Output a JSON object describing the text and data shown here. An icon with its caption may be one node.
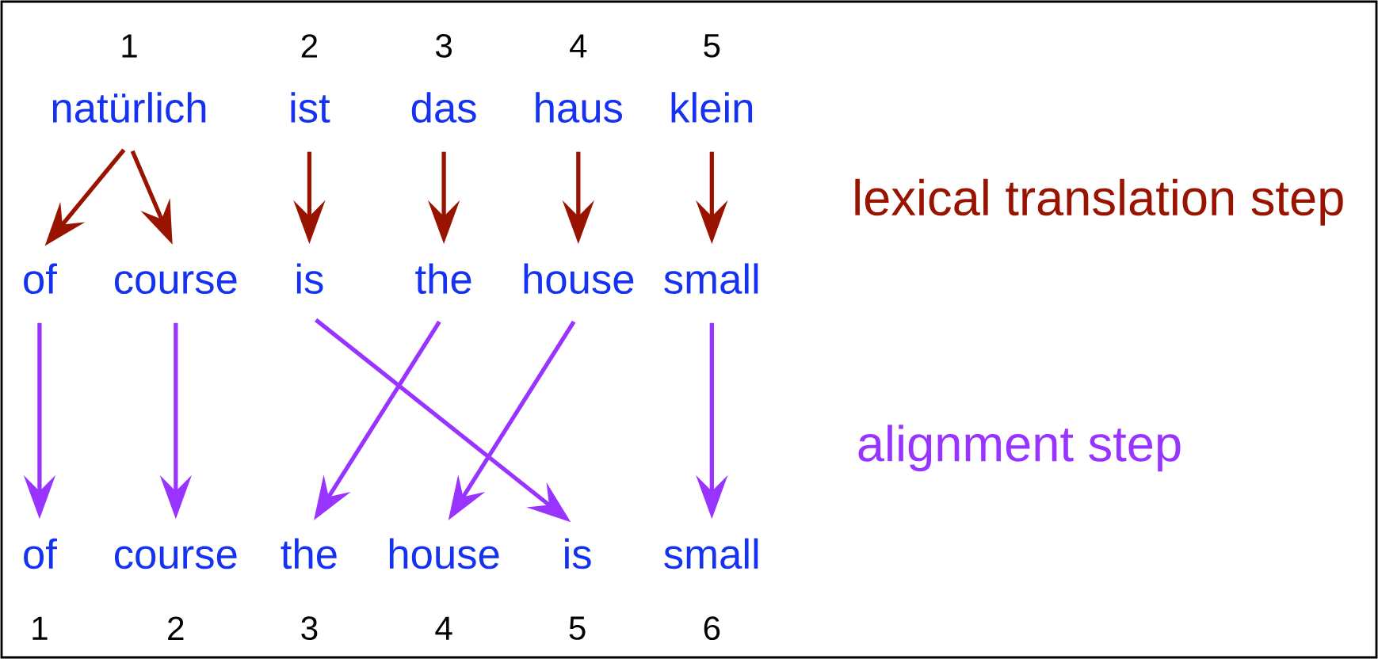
{
  "diagram": {
    "nodes": [
      {
        "text": [
          "natürlich"
        ]
      },
      {
        "text": [
          "ist"
        ]
      },
      {
        "text": [
          "das"
        ]
      },
      {
        "text": [
          "haus"
        ]
      },
      {
        "text": [
          "klein"
        ]
      },
      {
        "text": [
          "of"
        ]
      },
      {
        "text": [
          "course"
        ]
      },
      {
        "text": [
          "is"
        ]
      },
      {
        "text": [
          "the"
        ]
      },
      {
        "text": [
          "house"
        ]
      },
      {
        "text": [
          "small"
        ]
      },
      {
        "text": [
          "of"
        ]
      },
      {
        "text": [
          "course"
        ]
      },
      {
        "text": [
          "the"
        ]
      },
      {
        "text": [
          "house"
        ]
      },
      {
        "text": [
          "is"
        ]
      },
      {
        "text": [
          "small"
        ]
      }
    ],
    "edges": [
      {
        "from": 0,
        "to": 5,
        "arrow": "to",
        "color": "#991400"
      },
      {
        "from": 0,
        "to": 6,
        "arrow": "to",
        "color": "#991400"
      },
      {
        "from": 1,
        "to": 7,
        "arrow": "to",
        "color": "#991400"
      },
      {
        "from": 2,
        "to": 8,
        "arrow": "to",
        "color": "#991400"
      },
      {
        "from": 3,
        "to": 9,
        "arrow": "to",
        "color": "#991400"
      },
      {
        "from": 4,
        "to": 10,
        "arrow": "to",
        "color": "#991400"
      },
      {
        "from": 5,
        "to": 11,
        "arrow": "to",
        "color": "#9933ff"
      },
      {
        "from": 6,
        "to": 12,
        "arrow": "to",
        "color": "#9933ff"
      },
      {
        "from": 7,
        "to": 15,
        "arrow": "to",
        "color": "#9933ff"
      },
      {
        "from": 8,
        "to": 13,
        "arrow": "to",
        "color": "#9933ff"
      },
      {
        "from": 9,
        "to": 14,
        "arrow": "to",
        "color": "#9933ff"
      },
      {
        "from": 10,
        "to": 16,
        "arrow": "to",
        "color": "#9933ff"
      }
    ],
    "labels": [
      "1",
      "2",
      "3",
      "4",
      "5",
      "lexical translation step",
      "alignment step",
      "1",
      "2",
      "3",
      "4",
      "5",
      "6"
    ]
  }
}
